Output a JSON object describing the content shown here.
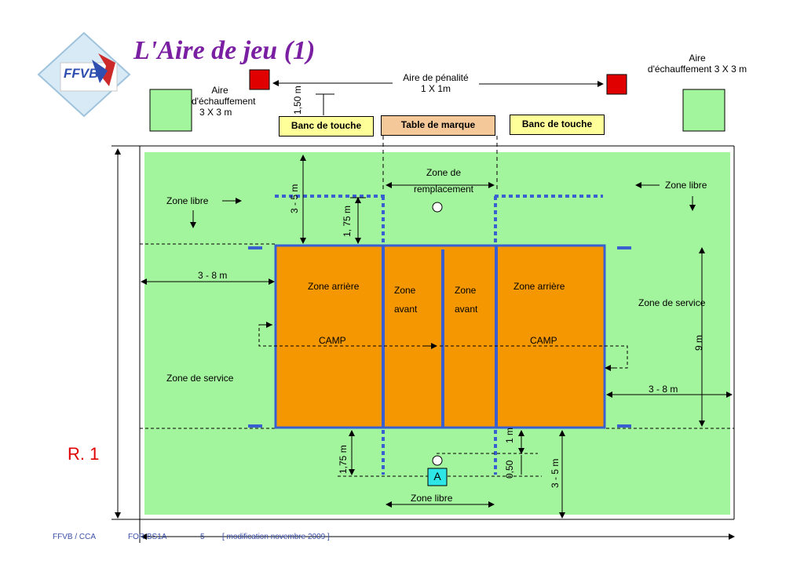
{
  "title": "L'Aire de jeu (1)",
  "logo": {
    "text": "FFVB"
  },
  "warmup_left": {
    "line1": "Aire",
    "line2": "d'échauffement",
    "line3": "3 X 3 m"
  },
  "warmup_right": {
    "line1": "Aire",
    "line2": "d'échauffement 3 X 3 m"
  },
  "penalty": {
    "line1": "Aire de pénalité",
    "line2": "1 X 1m"
  },
  "penalty_dim": "1,50 m",
  "bench_left": "Banc de touche",
  "scorer_table": "Table de marque",
  "bench_right": "Banc de touche",
  "sub_zone": {
    "line1": "Zone de",
    "line2": "remplacement"
  },
  "free_zone_left": "Zone libre",
  "free_zone_right": "Zone libre",
  "free_zone_bottom": "Zone libre",
  "dim_3_5_top": "3 - 5 m",
  "dim_175_top": "1, 75 m",
  "dim_3_8_left": "3 - 8 m",
  "dim_3_8_right": "3 - 8 m",
  "dim_9m": "9 m",
  "dim_175_bottom": "1,75 m",
  "dim_1m": "1 m",
  "dim_050": "0,50",
  "dim_3_5_bottom": "3 - 5 m",
  "zone_back_left": "Zone arrière",
  "zone_front_left": {
    "line1": "Zone",
    "line2": "avant"
  },
  "zone_front_right": {
    "line1": "Zone",
    "line2": "avant"
  },
  "zone_back_right": "Zone arrière",
  "camp_left": "CAMP",
  "camp_right": "CAMP",
  "service_left": "Zone de service",
  "service_right": "Zone de service",
  "referee": "A",
  "rule": "R. 1",
  "footer": {
    "org": "FFVB / CCA",
    "code": "FOR BS1A",
    "page": "5",
    "note": "[ modification novembre 2009 ]"
  },
  "colors": {
    "field": "#a3f59d",
    "court": "#f59700",
    "court_line": "#3a5fd0",
    "penalty": "#e00000",
    "title": "#7a1fa2"
  }
}
